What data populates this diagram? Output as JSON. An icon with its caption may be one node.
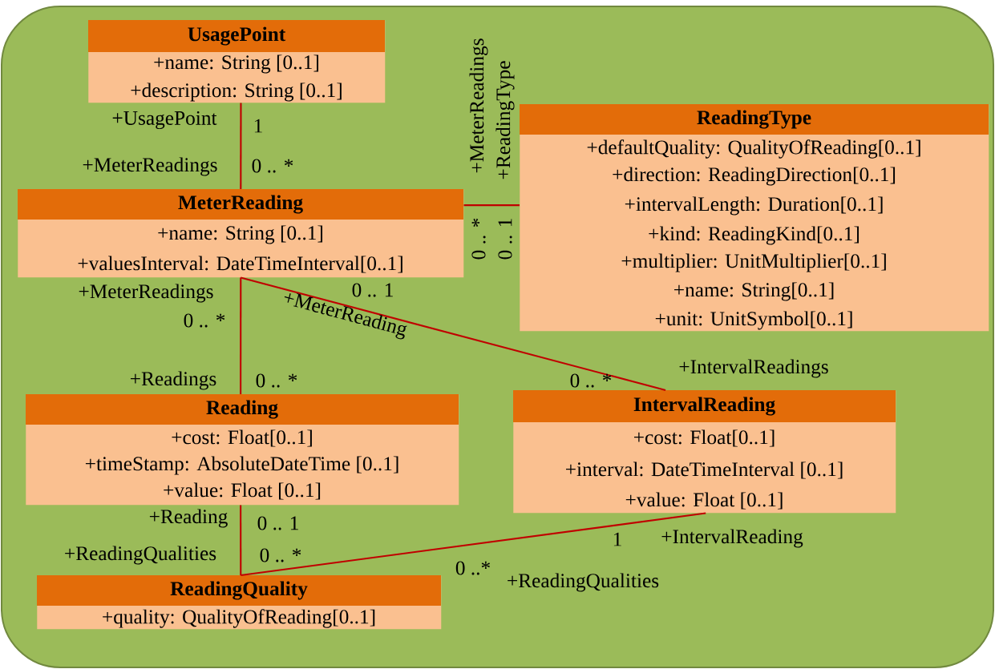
{
  "diagram": {
    "nodes": [
      {
        "text": [
          "UsagePoint",
          "+name: String [0..1]",
          "+description: String [0..1]"
        ]
      },
      {
        "text": [
          "ReadingType",
          "+defaultQuality: QualityOfReading[0..1]",
          "+direction: ReadingDirection[0..1]",
          "+intervalLength: Duration[0..1]",
          "+kind: ReadingKind[0..1]",
          "+multiplier: UnitMultiplier[0..1]",
          "+name: String[0..1]",
          "+unit: UnitSymbol[0..1]"
        ]
      },
      {
        "text": [
          "MeterReading",
          "+name: String [0..1]",
          "+valuesInterval: DateTimeInterval[0..1]"
        ]
      },
      {
        "text": [
          "Reading",
          "+cost: Float[0..1]",
          "+timeStamp: AbsoluteDateTime [0..1]",
          "+value: Float [0..1]"
        ]
      },
      {
        "text": [
          "IntervalReading",
          "+cost: Float[0..1]",
          "+interval: DateTimeInterval [0..1]",
          "+value: Float [0..1]"
        ]
      },
      {
        "text": [
          "ReadingQuality",
          "+quality: QualityOfReading[0..1]"
        ]
      }
    ],
    "edges": [
      {
        "from": 0,
        "to": 2,
        "arrow": "none"
      },
      {
        "from": 2,
        "to": 1,
        "arrow": "none"
      },
      {
        "from": 2,
        "to": 3,
        "arrow": "none"
      },
      {
        "from": 2,
        "to": 4,
        "arrow": "none"
      },
      {
        "from": 3,
        "to": 5,
        "arrow": "none"
      },
      {
        "from": 4,
        "to": 5,
        "arrow": "none"
      }
    ],
    "labels": [
      "+MeterReadings",
      "+ReadingType",
      "+UsagePoint",
      "1",
      "+MeterReadings",
      "0 .. *",
      "0 .. *",
      "0 .. 1",
      "+MeterReadings",
      "0 .. 1",
      "+MeterReading",
      "0 .. *",
      "+IntervalReadings",
      "+Readings",
      "0 .. *",
      "0 .. *",
      "+Reading",
      "0 .. 1",
      "1",
      "+IntervalReading",
      "+ReadingQualities",
      "0 .. *",
      "0 ..*",
      "+ReadingQualities"
    ]
  }
}
